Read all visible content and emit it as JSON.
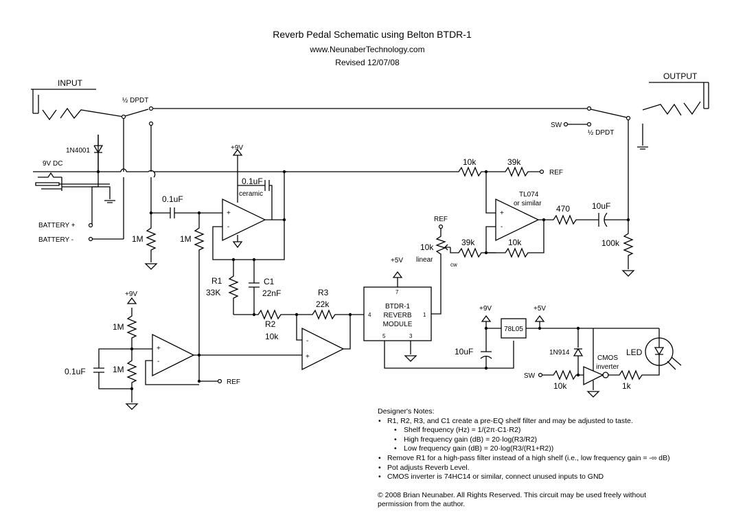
{
  "header": {
    "title": "Reverb Pedal Schematic using Belton BTDR-1",
    "website": "www.NeunaberTechnology.com",
    "revised": "Revised 12/07/08"
  },
  "labels": {
    "input": "INPUT",
    "output": "OUTPUT",
    "switch_in": "½ DPDT",
    "switch_out": "½ DPDT",
    "sw_top": "SW",
    "sw_bottom": "SW",
    "diode_power": "1N4001",
    "dc_jack": "9V DC",
    "battery_plus": "BATTERY +",
    "battery_minus": "BATTERY -",
    "supply_9v_a": "+9V",
    "supply_9v_b": "+9V",
    "supply_9v_c": "+9V",
    "supply_5v_a": "+5V",
    "supply_5v_b": "+5V",
    "cap_ceramic": "0.1uF",
    "ceramic": "ceramic",
    "cap_input": "0.1uF",
    "res_1m_a": "1M",
    "res_1m_b": "1M",
    "res_1m_c": "1M",
    "res_1m_d": "1M",
    "cap_bias": "0.1uF",
    "r1_name": "R1",
    "r1_value": "33K",
    "c1_name": "C1",
    "c1_value": "22nF",
    "r2_name": "R2",
    "r2_value": "10k",
    "r3_name": "R3",
    "r3_value": "22k",
    "ref_a": "REF",
    "ref_b": "REF",
    "ref_c": "REF",
    "module_line1": "BTDR-1",
    "module_line2": "REVERB",
    "module_line3": "MODULE",
    "pin_4": "4",
    "pin_7": "7",
    "pin_1": "1",
    "pin_5": "5",
    "pin_3": "3",
    "pot_value": "10k",
    "pot_taper": "linear",
    "pot_cw": "cw",
    "r_10k_top": "10k",
    "r_39k_top": "39k",
    "r_39k_mid": "39k",
    "r_10k_fb": "10k",
    "opamp_name": "TL074",
    "opamp_alt": "or similar",
    "r_470": "470",
    "cap_out": "10uF",
    "r_100k": "100k",
    "regulator": "78L05",
    "cap_supply": "10uF",
    "diode_small": "1N914",
    "r_10k_sw": "10k",
    "cmos": "CMOS",
    "inverter": "inverter",
    "r_1k": "1k",
    "led": "LED"
  },
  "notes": {
    "heading": "Designer's Notes:",
    "n1": "R1, R2, R3, and C1 create a pre-EQ shelf filter and may be adjusted to taste.",
    "n1a": "Shelf frequency (Hz) = 1/(2π·C1·R2)",
    "n1b": "High frequency gain (dB) = 20·log(R3/R2)",
    "n1c": "Low frequency gain (dB) = 20·log(R3/(R1+R2))",
    "n2": "Remove R1 for a high-pass filter instead of a high shelf (i.e., low frequency gain = -∞ dB)",
    "n3": "Pot adjusts Reverb Level.",
    "n4": "CMOS inverter is 74HC14 or similar, connect unused inputs to GND",
    "copyright_line1": "© 2008 Brian Neunaber.   All Rights Reserved.  This circuit may be used freely without",
    "copyright_line2": "permission from the author."
  }
}
